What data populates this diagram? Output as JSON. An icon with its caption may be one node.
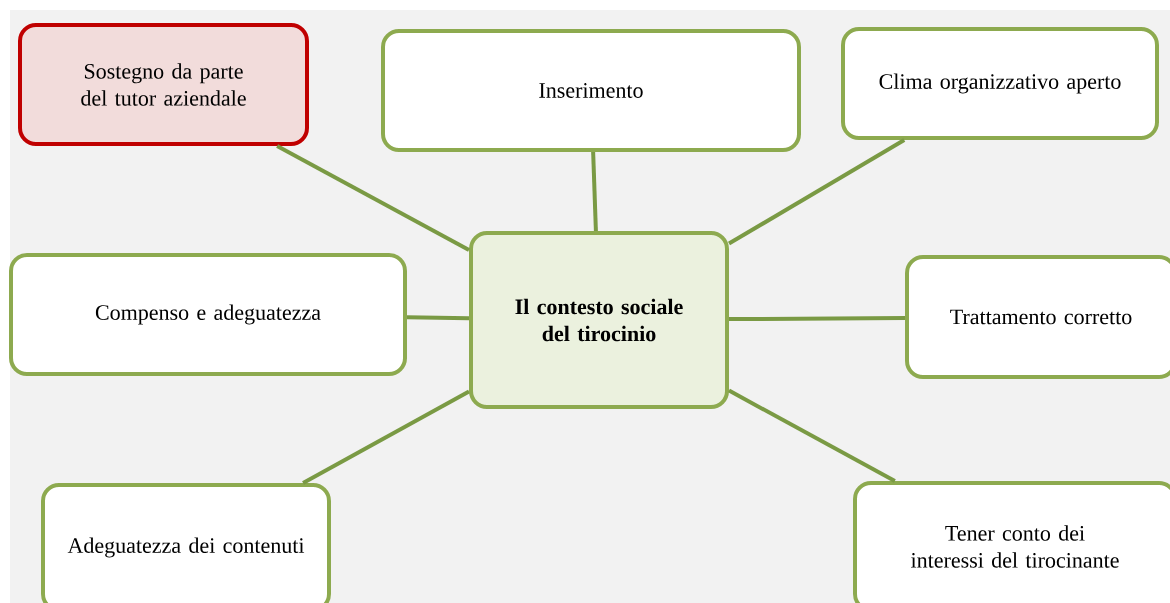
{
  "diagram": {
    "nodes": [
      {
        "text": [
          "Sostegno da parte del tutor aziendale"
        ]
      },
      {
        "text": [
          "Inserimento"
        ]
      },
      {
        "text": [
          "Clima organizzativo aperto"
        ]
      },
      {
        "text": [
          "Compenso e adeguatezza"
        ]
      },
      {
        "text": [
          "**Il contesto sociale del tirocinio**"
        ]
      },
      {
        "text": [
          "Trattamento corretto"
        ]
      },
      {
        "text": [
          "Adeguatezza dei contenuti"
        ]
      },
      {
        "text": [
          "Tener conto dei interessi del tirocinante"
        ]
      }
    ],
    "edges": [
      {
        "from": 4,
        "to": 0,
        "arrow": "none"
      },
      {
        "from": 4,
        "to": 1,
        "arrow": "none"
      },
      {
        "from": 4,
        "to": 2,
        "arrow": "none"
      },
      {
        "from": 4,
        "to": 3,
        "arrow": "none"
      },
      {
        "from": 4,
        "to": 5,
        "arrow": "none"
      },
      {
        "from": 4,
        "to": 6,
        "arrow": "none"
      },
      {
        "from": 4,
        "to": 7,
        "arrow": "none"
      }
    ]
  }
}
